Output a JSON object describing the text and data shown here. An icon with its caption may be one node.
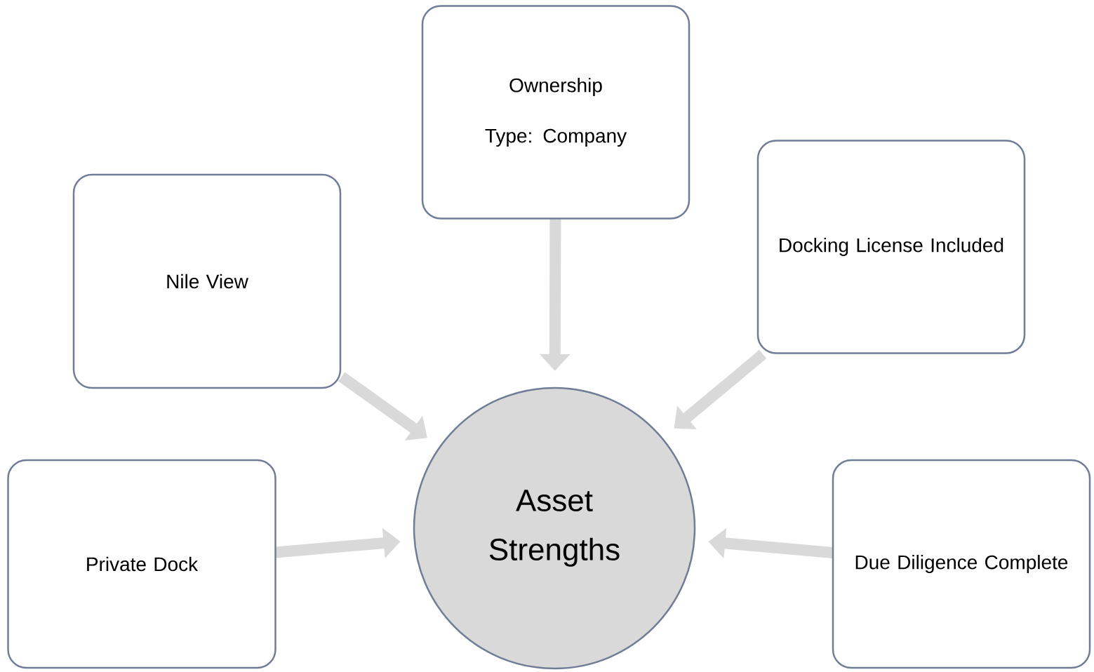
{
  "diagram": {
    "nodes": [
      {
        "text": [
          "Ownership Type: Company"
        ]
      },
      {
        "text": [
          "Nile View"
        ]
      },
      {
        "text": [
          "Docking License Included"
        ]
      },
      {
        "text": [
          "Private Dock"
        ]
      },
      {
        "text": [
          "Due Diligence Complete"
        ]
      },
      {
        "text": [
          "Asset Strengths"
        ]
      }
    ],
    "edges": [
      {
        "from": 0,
        "to": 5,
        "arrow": "to"
      },
      {
        "from": 1,
        "to": 5,
        "arrow": "to"
      },
      {
        "from": 2,
        "to": 5,
        "arrow": "to"
      },
      {
        "from": 3,
        "to": 5,
        "arrow": "to"
      },
      {
        "from": 4,
        "to": 5,
        "arrow": "to"
      }
    ]
  }
}
